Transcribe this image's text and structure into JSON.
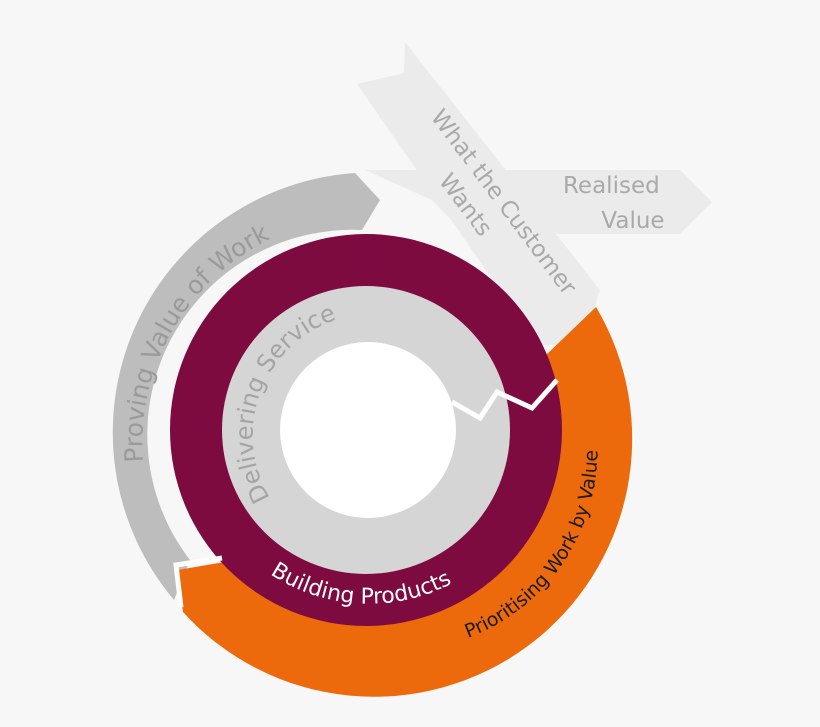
{
  "diagram": {
    "labels": {
      "customer_wants_line1": "What the Customer",
      "customer_wants_line2": "Wants",
      "realised_value_line1": "Realised",
      "realised_value_line2": "Value",
      "proving_value": "Proving Value of Work",
      "delivering_service": "Delivering Service",
      "building_products": "Building Products",
      "prioritising_work": "Prioritising Work by Value"
    },
    "colors": {
      "background": "#f7f7f7",
      "arrow_light": "#ebebeb",
      "arrow_text": "#a9a9a9",
      "proving_ring": "#bdbdbd",
      "proving_text": "#9a9a9a",
      "building_ring": "#7d0b3f",
      "building_text": "#ffffff",
      "delivering_ring": "#d5d5d5",
      "delivering_text": "#a4a4a4",
      "center": "#ffffff",
      "prioritising_ring": "#ec6a0c",
      "prioritising_text": "#1a1a1a"
    }
  }
}
